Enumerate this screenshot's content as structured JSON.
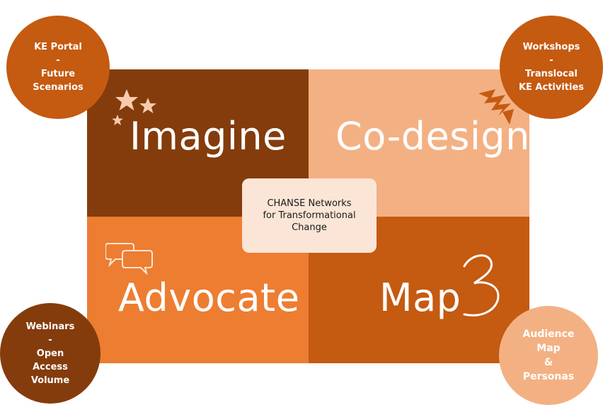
{
  "quadrants": {
    "imagine": {
      "label": "Imagine",
      "color": "#843c0c"
    },
    "codesign": {
      "label": "Co-design",
      "color": "#f3b183"
    },
    "advocate": {
      "label": "Advocate",
      "color": "#ed7d31"
    },
    "map": {
      "label": "Map",
      "color": "#c55a11"
    }
  },
  "center": {
    "lines": [
      "CHANSE Networks",
      "for Transformational",
      "Change"
    ]
  },
  "circles": {
    "ke_portal": {
      "lines": [
        "KE Portal",
        "-",
        "Future",
        "Scenarios"
      ]
    },
    "workshops": {
      "lines": [
        "Workshops",
        "-",
        "Translocal",
        "KE Activities"
      ]
    },
    "webinars": {
      "lines": [
        "Webinars",
        "-",
        "Open",
        "Access",
        "Volume"
      ]
    },
    "audience": {
      "lines": [
        "Audience",
        "Map",
        "&",
        "Personas"
      ]
    }
  },
  "icons": [
    "stars-icon",
    "lightning-icon",
    "speech-bubbles-icon",
    "squiggle-3-icon"
  ]
}
